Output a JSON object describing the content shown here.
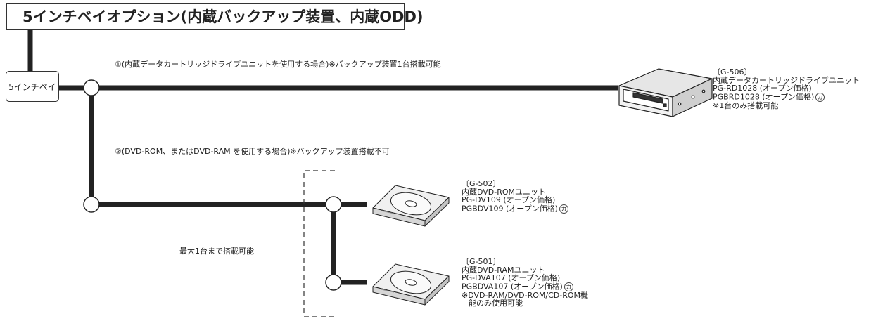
{
  "title": "5インチベイオプション(内蔵バックアップ装置、内蔵ODD)",
  "bay_label": "5インチベイ",
  "route1_label": "①(内蔵データカートリッジドライブユニットを使用する場合)※バックアップ装置1台搭載可能",
  "route2_label": "②(DVD-ROM、またはDVD-RAM を使用する場合)※バックアップ装置搭載不可",
  "max_note": "最大1台まで搭載可能",
  "mark_symbol": "カ",
  "devices": {
    "g506": {
      "code": "〔G-506〕",
      "name": "内蔵データカートリッジドライブユニット",
      "model1": "PG-RD1028 (オープン価格)",
      "model2": "PGBRD1028 (オープン価格)",
      "note": "※1台のみ搭載可能",
      "icon": "tape-drive-icon"
    },
    "g502": {
      "code": "〔G-502〕",
      "name": "内蔵DVD-ROMユニット",
      "model1": "PG-DV109 (オープン価格)",
      "model2": "PGBDV109 (オープン価格)",
      "icon": "optical-drive-icon"
    },
    "g501": {
      "code": "〔G-501〕",
      "name": "内蔵DVD-RAMユニット",
      "model1": "PG-DVA107 (オープン価格)",
      "model2": "PGBDVA107 (オープン価格)",
      "note_line1": "※DVD-RAM/DVD-ROM/CD-ROM機",
      "note_line2": "能のみ使用可能",
      "icon": "optical-drive-icon"
    }
  }
}
